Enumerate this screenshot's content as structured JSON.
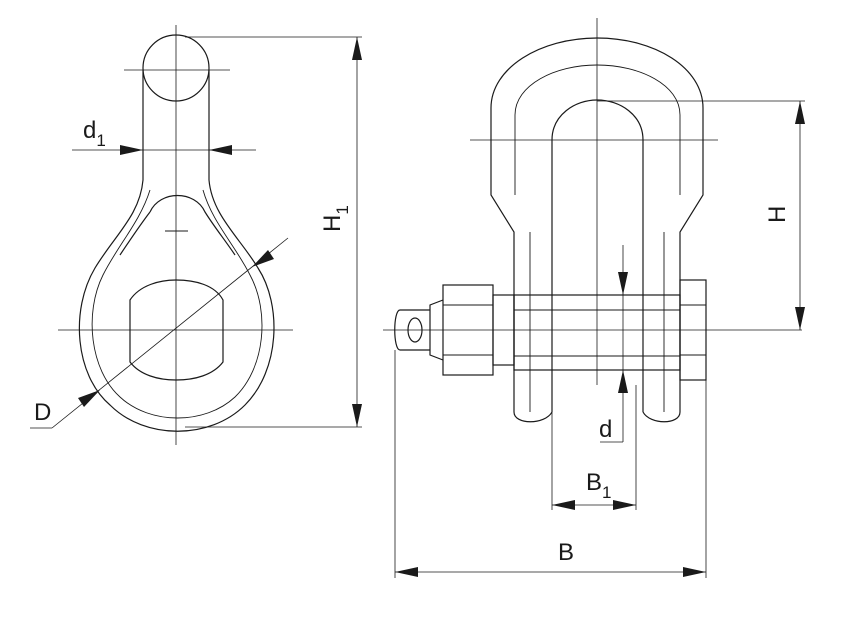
{
  "labels": {
    "d1": {
      "main": "d",
      "sub": "1"
    },
    "h1": {
      "main": "H",
      "sub": "1"
    },
    "d_big": "D",
    "h": "H",
    "d_small": "d",
    "b1": {
      "main": "B",
      "sub": "1"
    },
    "b": "B"
  },
  "colors": {
    "ink": "#1a1a1a",
    "background": "#ffffff"
  }
}
